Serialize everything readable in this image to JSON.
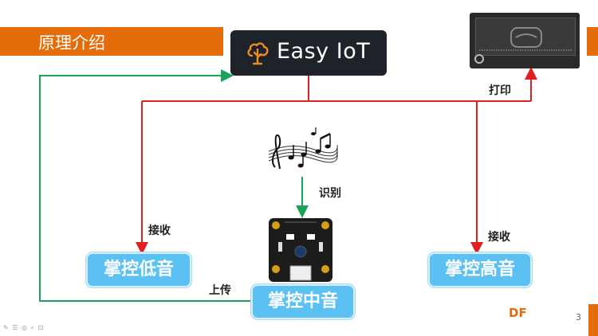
{
  "title": "原理介绍",
  "cloud": {
    "label": "Easy IoT",
    "icon": "cloud-tree-icon"
  },
  "printer": {
    "icon": "thermal-printer-icon"
  },
  "music_icon": "music-notes-icon",
  "sensor_icon": "sound-sensor-board-icon",
  "labels": {
    "print": "打印",
    "recognize": "识别",
    "receive_left": "接收",
    "receive_right": "接收",
    "upload": "上传"
  },
  "nodes": {
    "low": "掌控低音",
    "mid": "掌控中音",
    "high": "掌控高音"
  },
  "brand": "DF",
  "page_number": "3",
  "toolbar_icons": "✎ ☰ ◎ ⌕ ⊡",
  "colors": {
    "title_bar": "#e46c0a",
    "pill": "#5bc0f2",
    "red_line": "#e02020",
    "green_line": "#1aa35a"
  }
}
